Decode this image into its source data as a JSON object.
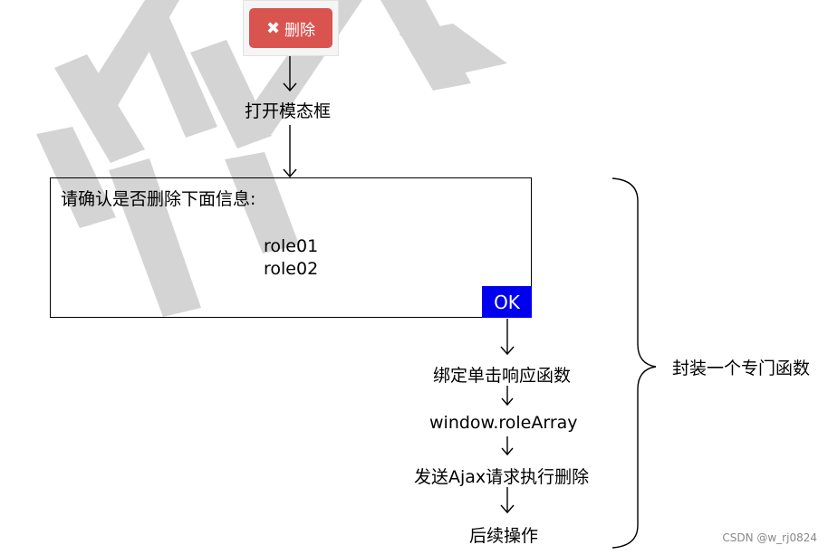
{
  "delete_button": {
    "icon": "close-icon",
    "label": "删除",
    "color": "#d9534f"
  },
  "step_open_modal": "打开模态框",
  "modal": {
    "message": "请确认是否删除下面信息:",
    "items": [
      "role01",
      "role02"
    ],
    "ok_label": "OK",
    "ok_color": "#0000ee"
  },
  "steps": [
    "绑定单击响应函数",
    "window.roleArray",
    "发送Ajax请求执行删除",
    "后续操作"
  ],
  "brace_label": "封装一个专门函数",
  "source_credit": "CSDN @w_rj0824"
}
